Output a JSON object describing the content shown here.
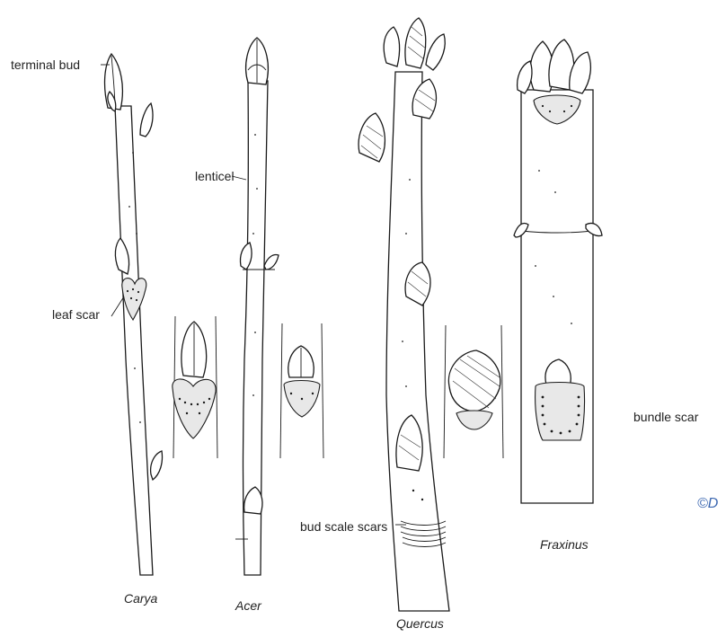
{
  "labels": {
    "terminal_bud": "terminal bud",
    "lenticel": "lenticel",
    "leaf_scar": "leaf scar",
    "bundle_scar": "bundle scar",
    "bud_scale_scars": "bud scale scars"
  },
  "genera": {
    "carya": "Carya",
    "acer": "Acer",
    "quercus": "Quercus",
    "fraxinus": "Fraxinus"
  },
  "watermark": "©D",
  "colors": {
    "ink": "#1a1a1a",
    "background": "#ffffff",
    "watermark": "#3a66b0"
  }
}
